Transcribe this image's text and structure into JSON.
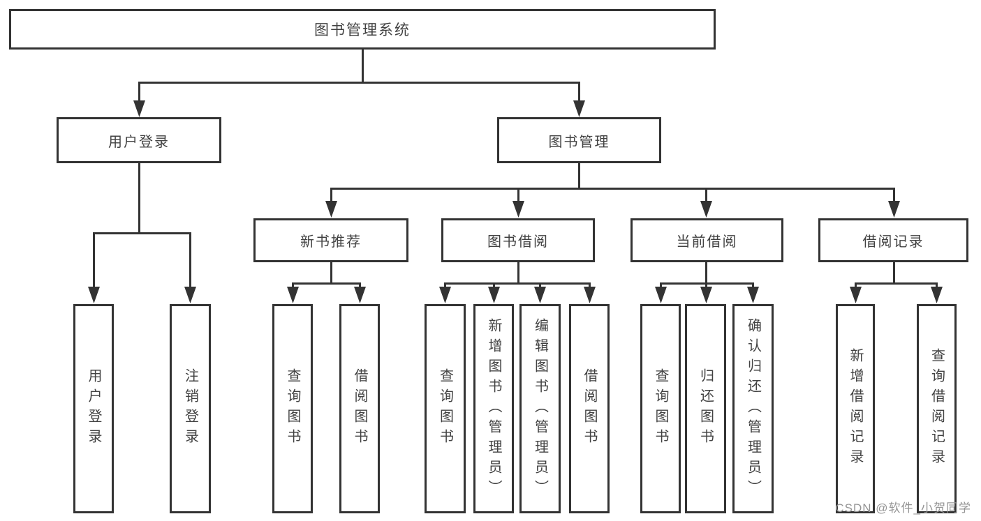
{
  "diagram": {
    "root": {
      "label": "图书管理系统"
    },
    "branches": [
      {
        "label": "用户登录",
        "children": [
          {
            "label": "用户登录"
          },
          {
            "label": "注销登录"
          }
        ]
      },
      {
        "label": "图书管理",
        "children": [
          {
            "label": "新书推荐",
            "children": [
              {
                "label": "查询图书"
              },
              {
                "label": "借阅图书"
              }
            ]
          },
          {
            "label": "图书借阅",
            "children": [
              {
                "label": "查询图书"
              },
              {
                "label": "新增图书（管理员）"
              },
              {
                "label": "编辑图书（管理员）"
              },
              {
                "label": "借阅图书"
              }
            ]
          },
          {
            "label": "当前借阅",
            "children": [
              {
                "label": "查询图书"
              },
              {
                "label": "归还图书"
              },
              {
                "label": "确认归还（管理员）"
              }
            ]
          },
          {
            "label": "借阅记录",
            "children": [
              {
                "label": "新增借阅记录"
              },
              {
                "label": "查询借阅记录"
              }
            ]
          }
        ]
      }
    ]
  },
  "watermark": {
    "text": "CSDN @软件_小贺同学"
  },
  "colors": {
    "line": "#333333",
    "text": "#424242",
    "watermark_text": "#949494",
    "background": "#ffffff"
  }
}
